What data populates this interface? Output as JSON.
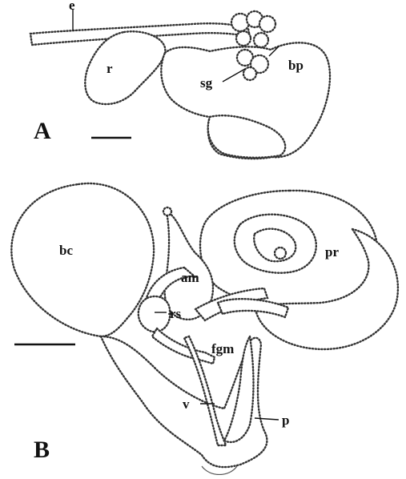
{
  "panels": {
    "A": {
      "label": "A",
      "labels": {
        "e": "e",
        "r": "r",
        "sg": "sg",
        "bp": "bp"
      }
    },
    "B": {
      "label": "B",
      "labels": {
        "bc": "bc",
        "pr": "pr",
        "am": "am",
        "rs": "rs",
        "fgm": "fgm",
        "v": "v",
        "p": "p"
      }
    }
  },
  "colors": {
    "ink": "#111111",
    "outline": "#333333",
    "background": "#ffffff"
  }
}
